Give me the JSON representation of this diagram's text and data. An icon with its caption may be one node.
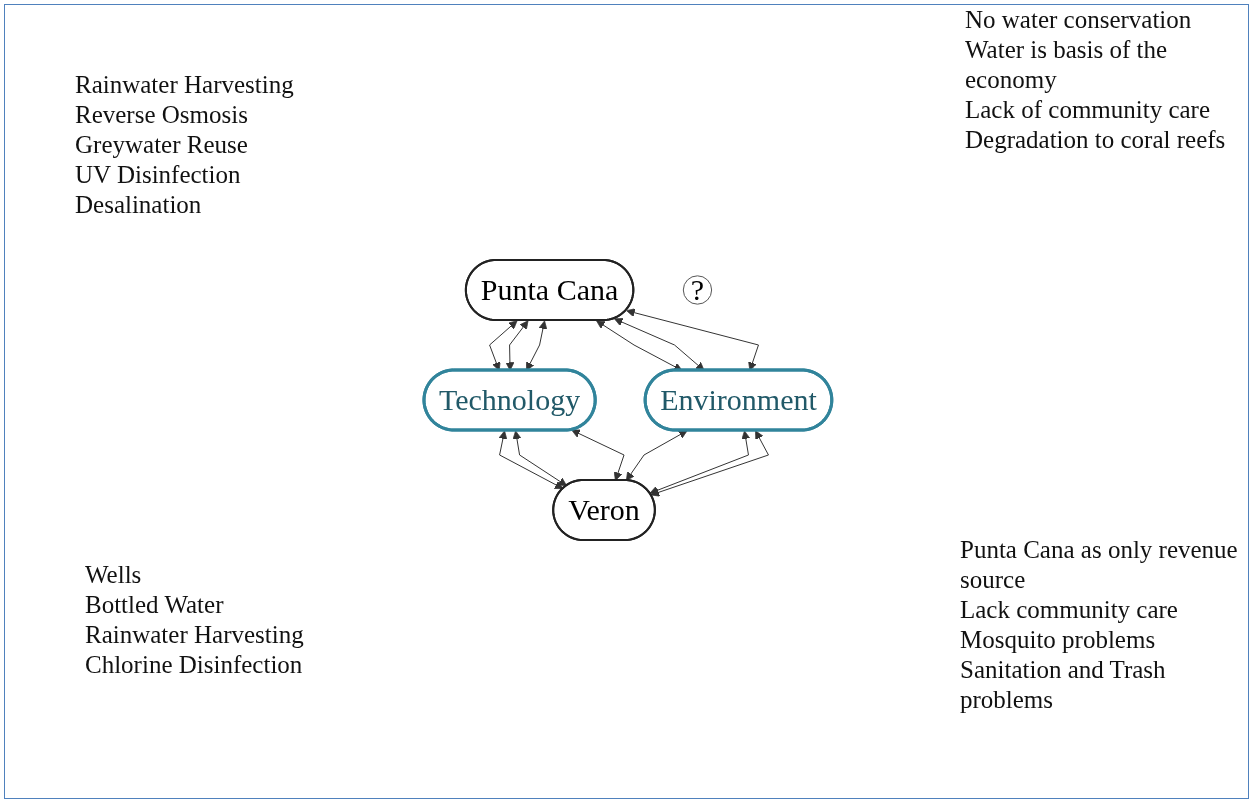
{
  "diagram": {
    "nodes": [
      {
        "text": [
          "Punta Cana"
        ]
      },
      {
        "text": [
          "Technology"
        ]
      },
      {
        "text": [
          "?"
        ]
      },
      {
        "text": [
          "Environment"
        ]
      },
      {
        "text": [
          "Veron"
        ]
      }
    ],
    "edges": [
      {
        "from": 0,
        "to": 1,
        "arrow": "both"
      },
      {
        "from": 0,
        "to": 1,
        "arrow": "both"
      },
      {
        "from": 0,
        "to": 1,
        "arrow": "both"
      },
      {
        "from": 0,
        "to": 3,
        "arrow": "both"
      },
      {
        "from": 0,
        "to": 3,
        "arrow": "both"
      },
      {
        "from": 0,
        "to": 3,
        "arrow": "both"
      },
      {
        "from": 1,
        "to": 4,
        "arrow": "both"
      },
      {
        "from": 1,
        "to": 4,
        "arrow": "both"
      },
      {
        "from": 1,
        "to": 4,
        "arrow": "both"
      },
      {
        "from": 3,
        "to": 4,
        "arrow": "both"
      },
      {
        "from": 3,
        "to": 4,
        "arrow": "both"
      },
      {
        "from": 3,
        "to": 4,
        "arrow": "both"
      }
    ],
    "labels": [
      "Rainwater Harvesting",
      "Reverse Osmosis",
      "Greywater Reuse",
      "UV Disinfection",
      "Desalination",
      "No water conservation",
      "Water is basis of the economy",
      "Lack of community care",
      "Degradation to coral reefs",
      "Wells",
      "Bottled Water",
      "Rainwater Harvesting",
      "Chlorine Disinfection",
      "Punta Cana as only revenue source",
      "Lack community care",
      "Mosquito problems",
      "Sanitation and Trash problems"
    ]
  }
}
